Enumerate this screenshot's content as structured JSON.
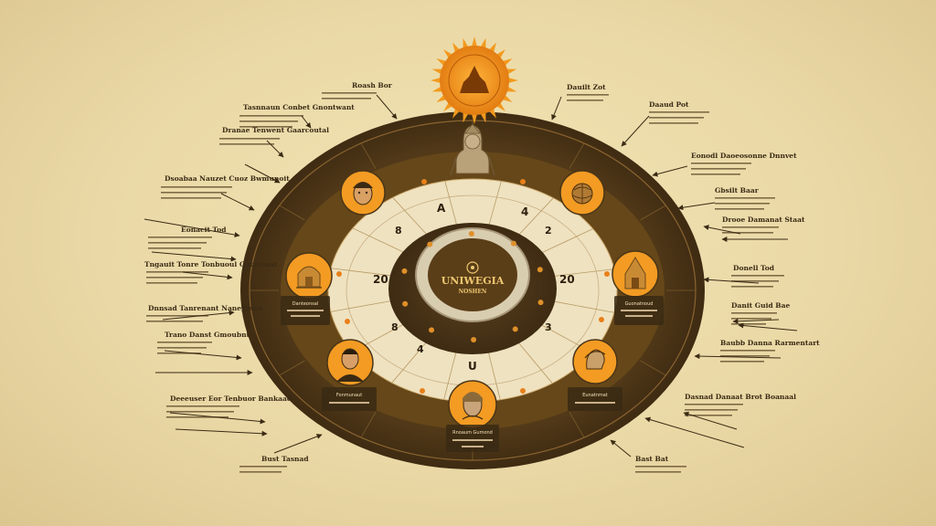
{
  "center": {
    "line1": "UNIWEGIA",
    "line2": "NOSHEN"
  },
  "ring_numbers": [
    "A",
    "4",
    "20",
    "20",
    "U",
    "8",
    "4",
    "3",
    "8",
    "2"
  ],
  "left_labels": [
    {
      "title": "Roash Bor",
      "sub": ""
    },
    {
      "title": "Tasnnaun Conbet Gnontwant",
      "sub": ""
    },
    {
      "title": "Dranae Tenwent Gaarcoutal",
      "sub": ""
    },
    {
      "title": "Dsoabaa Nauzet Cuoz Bwmunoit",
      "sub": ""
    },
    {
      "title": "Eonacit Tod",
      "sub": ""
    },
    {
      "title": "Tngauit Tonre Tonbuoul Gutvtenat",
      "sub": ""
    },
    {
      "title": "Dnnsad Tanrenant Naneyesen",
      "sub": ""
    },
    {
      "title": "Trano Danst Gmoubnt",
      "sub": ""
    },
    {
      "title": "Deeeuser Eor Tenbuor Bankaad",
      "sub": ""
    },
    {
      "title": "Bust Tasnad",
      "sub": ""
    }
  ],
  "right_labels": [
    {
      "title": "Dauilt Zot",
      "sub": ""
    },
    {
      "title": "Daaud Pot",
      "sub": ""
    },
    {
      "title": "Eonodl Daoeosonne Dnnvet",
      "sub": ""
    },
    {
      "title": "Gbsilt Baar",
      "sub": ""
    },
    {
      "title": "Drooe Damanat Staat",
      "sub": ""
    },
    {
      "title": "Donell Tod",
      "sub": ""
    },
    {
      "title": "Danit Guid Bae",
      "sub": ""
    },
    {
      "title": "Baubb Danna Rarmentart",
      "sub": ""
    },
    {
      "title": "Dasnad Danaat Brot Boanaal",
      "sub": ""
    },
    {
      "title": "Bast Bat",
      "sub": ""
    }
  ],
  "node_captions": [
    {
      "text": "Danteonsal"
    },
    {
      "text": "Fonmunaut"
    },
    {
      "text": "Rnoaum Gumond"
    },
    {
      "text": "Guonatnoud"
    },
    {
      "text": "Eunatnmat"
    }
  ],
  "colors": {
    "outer_ring": "#4a3517",
    "mid_ring": "#6b4c22",
    "inner_band": "#efe2c0",
    "accent": "#e8901c",
    "line": "#3a2a14"
  },
  "icons": {
    "sun": "temple-sun-icon",
    "top_figure": "deity-bust-icon",
    "nodes": [
      "monk-face-icon",
      "shrine-icon",
      "man-face-icon",
      "warrior-face-icon",
      "globe-icon",
      "temple-icon",
      "profile-icon"
    ]
  }
}
